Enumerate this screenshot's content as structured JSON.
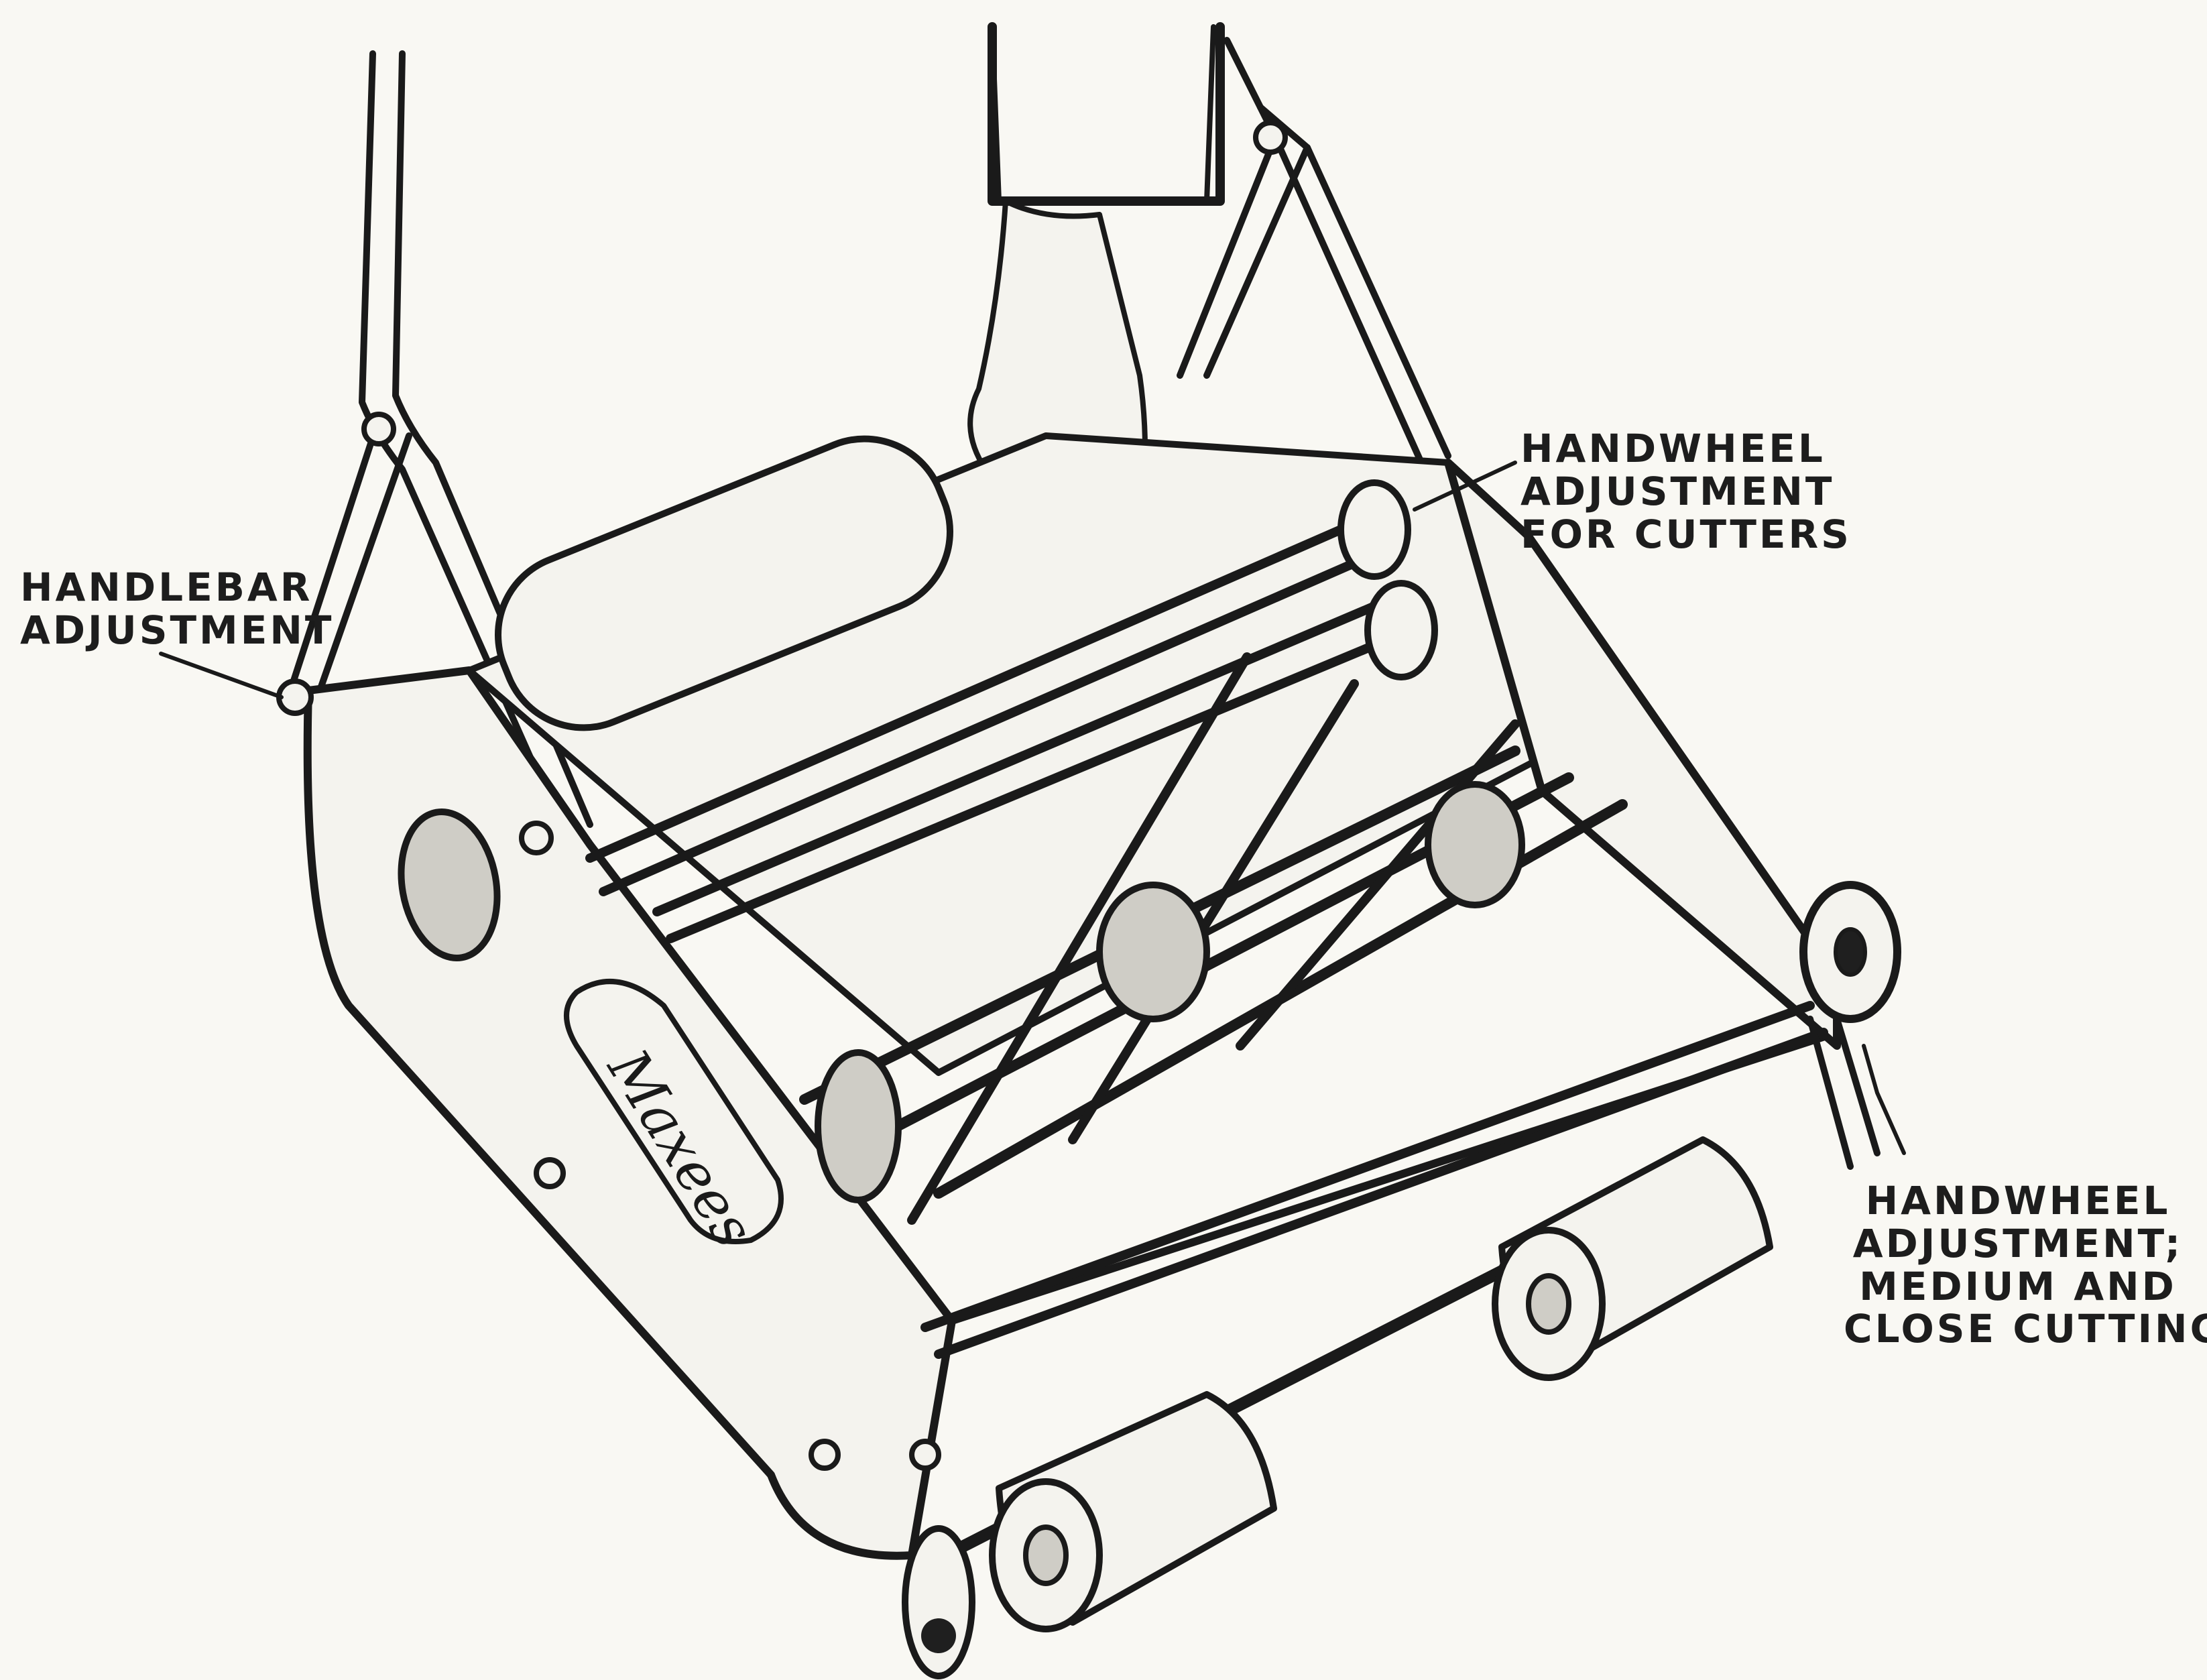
{
  "labels": {
    "handlebar_adjustment": [
      "HANDLEBAR",
      "ADJUSTMENT"
    ],
    "handwheel_cutters": [
      "HANDWHEEL",
      "ADJUSTMENT",
      "FOR CUTTERS"
    ],
    "handwheel_medium_close": [
      "HANDWHEEL",
      "ADJUSTMENT;",
      "MEDIUM AND",
      "CLOSE CUTTING"
    ]
  },
  "brand_mark": "Maxees",
  "colors": {
    "ink": "#1a1a1a",
    "paper": "#f9f8f3"
  }
}
